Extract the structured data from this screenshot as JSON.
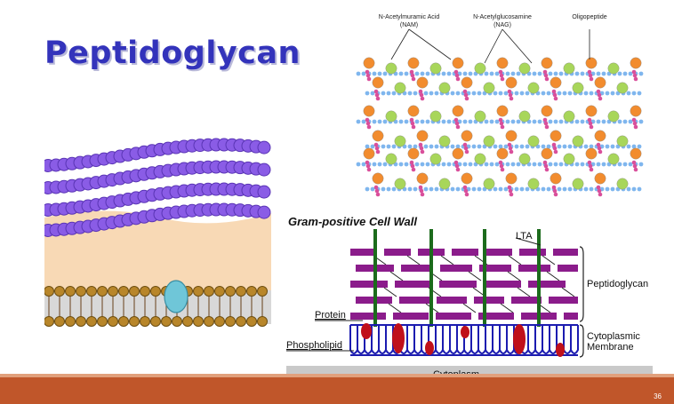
{
  "slide": {
    "title": "Peptidoglycan",
    "page_number": "36"
  },
  "mesh_diagram": {
    "nam_label_line1": "N-Acetylmuramic Acid",
    "nam_label_line2": "(NAM)",
    "nag_label_line1": "N-Acetylglucosamine",
    "nag_label_line2": "(NAG)",
    "oligopeptide_label": "Oligopeptide"
  },
  "cell_wall_diagram": {
    "title": "Gram-positive Cell Wall",
    "lta_label": "LTA",
    "peptidoglycan_label": "Peptidoglycan",
    "protein_label": "Protein",
    "phospholipid_label": "Phospholipid",
    "membrane_label_line1": "Cytoplasmic",
    "membrane_label_line2": "Membrane",
    "cytoplasm_label": "Cytoplasm"
  },
  "colors": {
    "title": "#3333bb",
    "footer": "#c0562a",
    "nam_orange": "#f28c2e",
    "nag_green": "#a8d65a",
    "chain_blue": "#7fb6ee",
    "peptide_pink": "#d94f9b",
    "glycan_purple": "#8b1c8b",
    "protein_red": "#c0101a",
    "membrane_blue": "#1c1cb0",
    "lta_green": "#1c6b1c"
  }
}
